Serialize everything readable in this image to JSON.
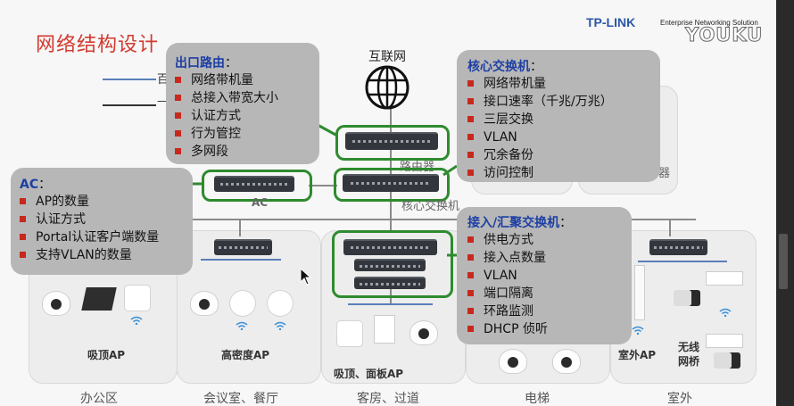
{
  "header": {
    "title": "网络结构设计",
    "brand": "TP-LINK",
    "brand_sub": "Enterprise Networking Solution",
    "watermark": "YOUKU"
  },
  "legend": {
    "item1_fragment": "百",
    "item2_fragment": "—",
    "color1": "#5b7fb8",
    "color2": "#333333"
  },
  "nodes": {
    "internet": "互联网",
    "router_label": "路由器",
    "core_label": "核心交换机",
    "ac_label": "AC",
    "right_top_label": "器"
  },
  "callouts": {
    "router": {
      "heading": "出口路由",
      "colon": "：",
      "items": [
        "网络带机量",
        "总接入带宽大小",
        "认证方式",
        "行为管控",
        "多网段"
      ]
    },
    "core": {
      "heading": "核心交换机",
      "colon": "：",
      "items": [
        "网络带机量",
        "接口速率（千兆/万兆）",
        "三层交换",
        "VLAN",
        "冗余备份",
        "访问控制"
      ]
    },
    "ac": {
      "heading": "AC",
      "colon": "：",
      "items": [
        "AP的数量",
        "认证方式",
        "Portal认证客户端数量",
        "支持VLAN的数量"
      ]
    },
    "access": {
      "heading": "接入/汇聚交换机",
      "colon": "：",
      "items": [
        "供电方式",
        "接入点数量",
        "VLAN",
        "端口隔离",
        "环路监测",
        "DHCP 侦听"
      ]
    }
  },
  "zones": [
    {
      "label": "办公区",
      "ap_label": "吸顶AP"
    },
    {
      "label": "会议室、餐厅",
      "ap_label": "高密度AP"
    },
    {
      "label": "客房、过道",
      "ap_label": "吸顶、面板AP"
    },
    {
      "label": "电梯",
      "ap_label": ""
    },
    {
      "label": "室外",
      "ap_label": "室外AP",
      "bridge_label_1": "无线",
      "bridge_label_2": "网桥"
    }
  ],
  "colors": {
    "title_red": "#d23a2f",
    "callout_heading_blue": "#1d3fa3",
    "bullet_red": "#c8281d",
    "highlight_green": "#2e8b2e",
    "callout_bg": "#b7b7b7"
  }
}
